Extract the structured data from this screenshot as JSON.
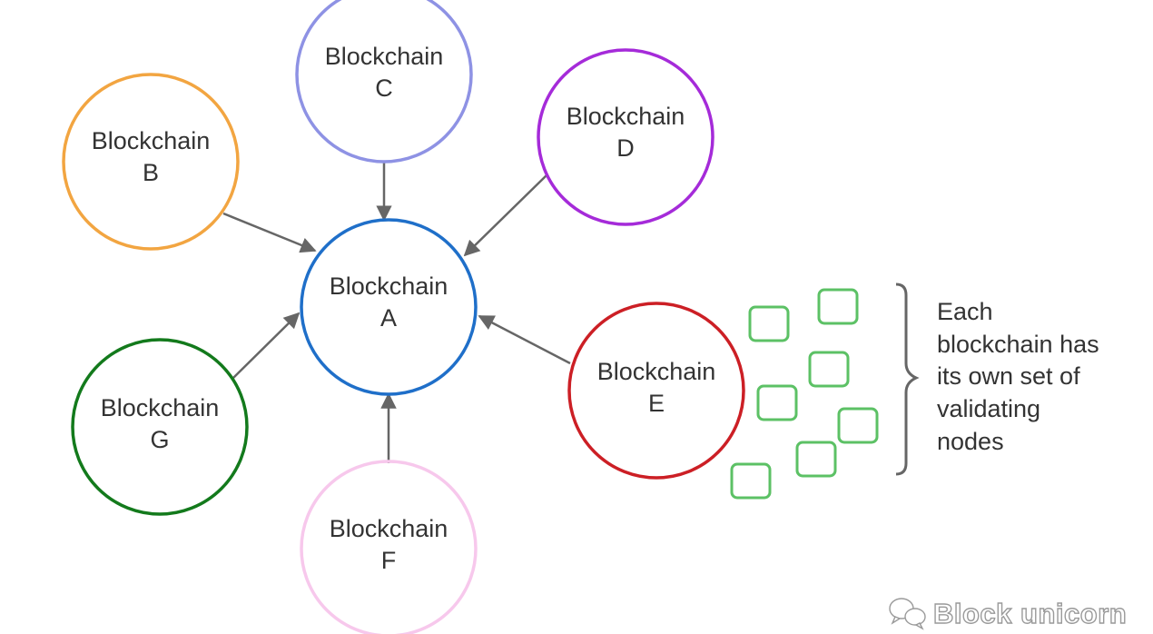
{
  "diagram": {
    "nodes": [
      {
        "id": "A",
        "line1": "Blockchain",
        "line2": "A",
        "color": "#1f6fc9"
      },
      {
        "id": "B",
        "line1": "Blockchain",
        "line2": "B",
        "color": "#f2a541"
      },
      {
        "id": "C",
        "line1": "Blockchain",
        "line2": "C",
        "color": "#8e92e4"
      },
      {
        "id": "D",
        "line1": "Blockchain",
        "line2": "D",
        "color": "#a52bd9"
      },
      {
        "id": "E",
        "line1": "Blockchain",
        "line2": "E",
        "color": "#cc1f25"
      },
      {
        "id": "F",
        "line1": "Blockchain",
        "line2": "F",
        "color": "#f7c8ec"
      },
      {
        "id": "G",
        "line1": "Blockchain",
        "line2": "G",
        "color": "#137a1c"
      }
    ],
    "edges": [
      {
        "from": "B",
        "to": "A"
      },
      {
        "from": "C",
        "to": "A"
      },
      {
        "from": "D",
        "to": "A"
      },
      {
        "from": "E",
        "to": "A"
      },
      {
        "from": "F",
        "to": "A"
      },
      {
        "from": "G",
        "to": "A"
      }
    ],
    "arrow_color": "#666666",
    "validator_node_color": "#5cc165",
    "validator_node_count": 7,
    "brace_color": "#666666",
    "annotation": {
      "lines": [
        "Each",
        "blockchain has",
        "its own set of",
        "validating",
        "nodes"
      ]
    }
  },
  "watermark": {
    "text": "Block unicorn",
    "icon": "wechat-icon"
  }
}
